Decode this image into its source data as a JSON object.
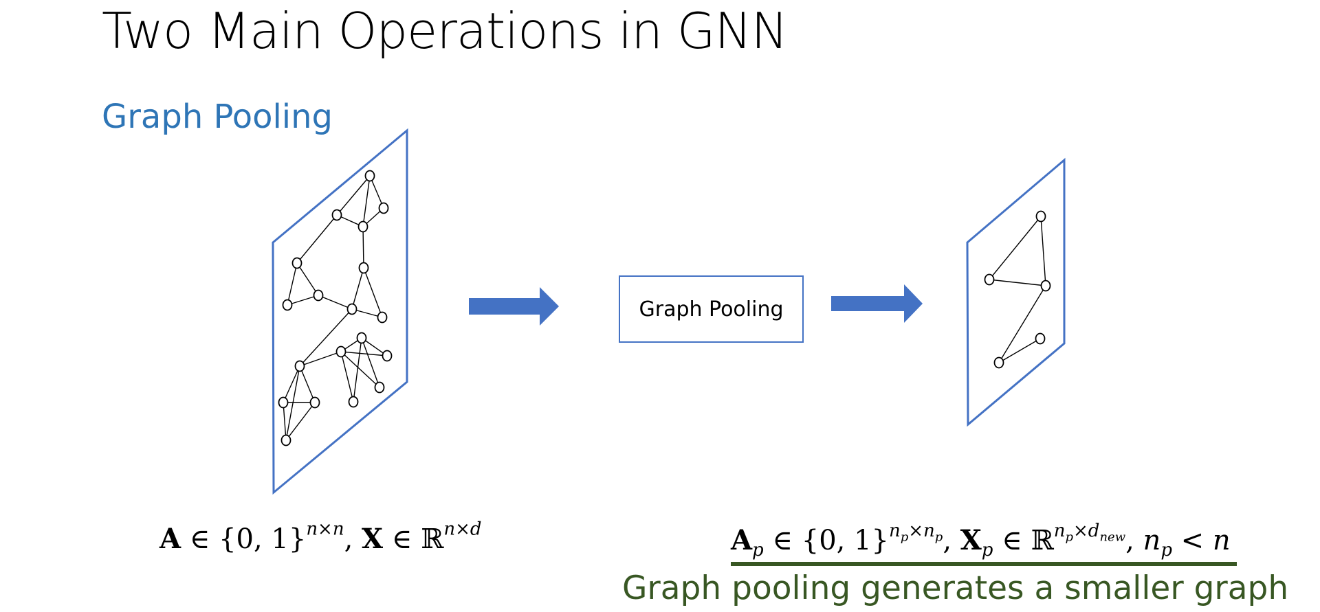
{
  "slide": {
    "title": "Two Main Operations in GNN",
    "section_heading": "Graph Pooling",
    "process_box_label": "Graph Pooling",
    "caption": "Graph pooling generates a smaller graph"
  },
  "formulas": {
    "input": "A ∈ {0,1}^(n×n), X ∈ ℝ^(n×d)",
    "output": "A_p ∈ {0,1}^(n_p×n_p), X_p ∈ ℝ^(n_p×d_new), n_p < n"
  },
  "colors": {
    "title": "#000000",
    "heading_blue": "#2e75b6",
    "shape_blue": "#4472c4",
    "caption_green": "#385723"
  }
}
